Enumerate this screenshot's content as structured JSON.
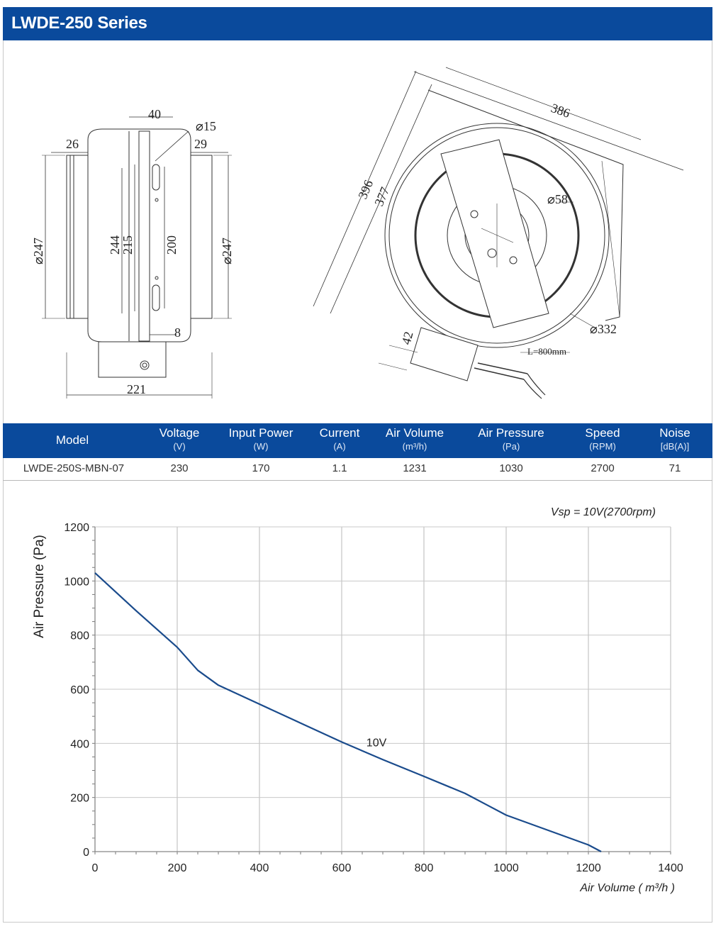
{
  "header": {
    "title": "LWDE-250 Series"
  },
  "drawing": {
    "side_view": {
      "dim_top_width": "40",
      "dim_left_collar": "26",
      "dim_hole": "⌀15",
      "dim_right_collar": "29",
      "dim_left_diameter": "⌀247",
      "dim_inner_244": "244",
      "dim_inner_215": "215",
      "dim_inner_200": "200",
      "dim_right_diameter": "⌀247",
      "dim_small_8": "8",
      "dim_overall_length": "221"
    },
    "front_view": {
      "dim_bracket_386": "386",
      "dim_396": "396",
      "dim_377": "377",
      "dim_hub_58": "⌀58",
      "dim_outer_332": "⌀332",
      "dim_box_42": "42",
      "cable_length": "L=800mm"
    }
  },
  "spec_table": {
    "columns": [
      {
        "label": "Model",
        "unit": ""
      },
      {
        "label": "Voltage",
        "unit": "(V)"
      },
      {
        "label": "Input Power",
        "unit": "(W)"
      },
      {
        "label": "Current",
        "unit": "(A)"
      },
      {
        "label": "Air Volume",
        "unit": "(m³/h)"
      },
      {
        "label": "Air Pressure",
        "unit": "(Pa)"
      },
      {
        "label": "Speed",
        "unit": "(RPM)"
      },
      {
        "label": "Noise",
        "unit": "[dB(A)]"
      }
    ],
    "rows": [
      [
        "LWDE-250S-MBN-07",
        "230",
        "170",
        "1.1",
        "1231",
        "1030",
        "2700",
        "71"
      ]
    ]
  },
  "chart_data": {
    "type": "line",
    "title": "",
    "annotation": "Vsp = 10V(2700rpm)",
    "xlabel": "Air Volume ( m³/h )",
    "ylabel": "Air Pressure  (Pa)",
    "xlim": [
      0,
      1400
    ],
    "ylim": [
      0,
      1200
    ],
    "x_ticks": [
      "0",
      "200",
      "400",
      "600",
      "800",
      "1000",
      "1200",
      "1400"
    ],
    "y_ticks": [
      "0",
      "200",
      "400",
      "600",
      "800",
      "1000",
      "1200"
    ],
    "grid": true,
    "series": [
      {
        "name": "10V",
        "color": "#1a4b8c",
        "x": [
          0,
          100,
          200,
          250,
          300,
          400,
          500,
          600,
          700,
          800,
          900,
          950,
          1000,
          1100,
          1200,
          1231
        ],
        "y": [
          1030,
          890,
          755,
          670,
          615,
          545,
          475,
          405,
          340,
          278,
          215,
          175,
          135,
          80,
          25,
          0
        ]
      }
    ],
    "colors": {
      "header_blue": "#0a4a9c",
      "line": "#1a4b8c",
      "grid": "#c8c8c8"
    }
  }
}
